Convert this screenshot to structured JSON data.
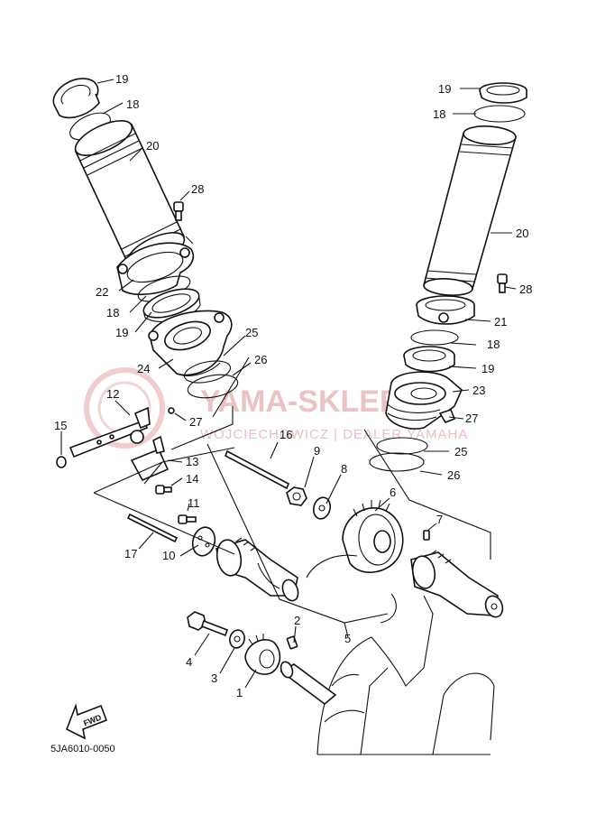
{
  "diagram_code": "5JA6010-0050",
  "fwd_label": "FWD",
  "watermark": {
    "main": "YAMA-SKLEP.PL",
    "sub": "WOJCIECHOWICZ | DEALER YAMAHA"
  },
  "callouts": {
    "c19a": "19",
    "c18a": "18",
    "c20a": "20",
    "c28a": "28",
    "c22": "22",
    "c18b": "18",
    "c19b": "19",
    "c24": "24",
    "c25a": "25",
    "c26a": "26",
    "c27a": "27",
    "c12": "12",
    "c15": "15",
    "c13": "13",
    "c14": "14",
    "c16": "16",
    "c9": "9",
    "c8": "8",
    "c6": "6",
    "c7": "7",
    "c11": "11",
    "c17": "17",
    "c10": "10",
    "c5": "5",
    "c2": "2",
    "c4": "4",
    "c3": "3",
    "c1": "1",
    "c19c": "19",
    "c18c": "18",
    "c20b": "20",
    "c28b": "28",
    "c21": "21",
    "c18d": "18",
    "c19d": "19",
    "c23": "23",
    "c27b": "27",
    "c25b": "25",
    "c26b": "26"
  }
}
